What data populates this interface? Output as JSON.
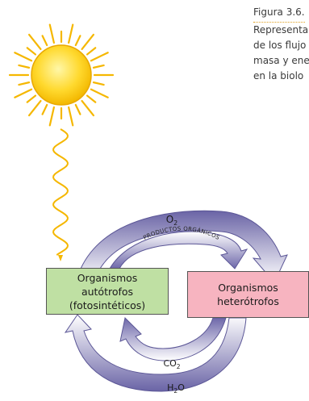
{
  "caption": {
    "title": "Figura 3.6.",
    "lines": [
      "Representa",
      "de los flujo",
      "masa y ene",
      "en la biolo"
    ]
  },
  "boxes": {
    "autotrophs": [
      "Organismos",
      "autótrofos",
      "(fotosintéticos)"
    ],
    "heterotrophs": [
      "Organismos",
      "heterótrofos"
    ]
  },
  "labels": {
    "o2_main": "O",
    "o2_sub": "2",
    "organic_products": "PRODUCTOS ORGÁNICOS",
    "co2_main": "CO",
    "co2_sub": "2",
    "h2o_h": "H",
    "h2o_sub": "2",
    "h2o_o": "O"
  },
  "colors": {
    "sun": "#f6c000",
    "sun_ray": "#f5b700",
    "arrow_light": "#ffffff",
    "arrow_dark": "#6a64a6",
    "autotroph_box": "#bfe0a3",
    "heterotroph_box": "#f7b4c0"
  }
}
